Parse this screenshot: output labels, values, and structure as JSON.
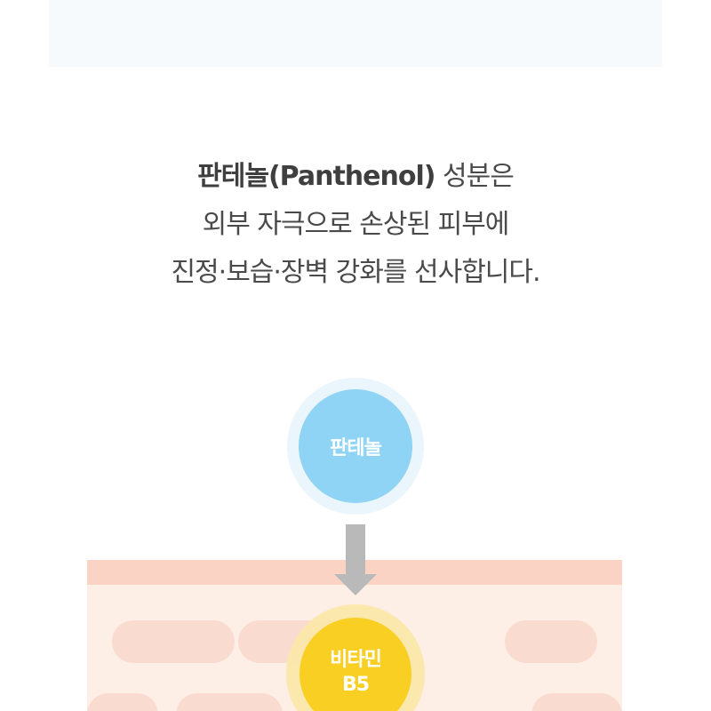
{
  "headline": {
    "line1_bold": "판테놀(Panthenol)",
    "line1_rest": " 성분은",
    "line2": "외부 자극으로 손상된 피부에",
    "line3": "진정·보습·장벽 강화를 선사합니다."
  },
  "diagram": {
    "top_circle_label": "판테놀",
    "bottom_circle_line1": "비타민",
    "bottom_circle_line2": "B5"
  },
  "colors": {
    "top_circle": "#8fd4f4",
    "bottom_circle": "#f9cf23",
    "arrow": "#b9b9b9",
    "skin_top": "#fbd3c4",
    "skin_inner": "#fdeee6",
    "skin_cell": "#f9dccf"
  },
  "icons": {
    "arrow": "down-arrow-icon"
  }
}
